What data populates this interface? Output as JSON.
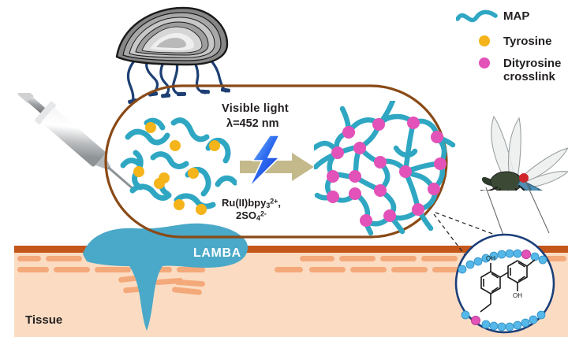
{
  "figure": {
    "title": "Light-activated mussel protein bioadhesive (LAMBA) crosslinking schematic",
    "background_color": "#ffffff"
  },
  "legend": {
    "items": [
      {
        "key": "map",
        "label": "MAP",
        "icon": "wavy-line-icon",
        "color": "#2fa7c3"
      },
      {
        "key": "tyrosine",
        "label": "Tyrosine",
        "icon": "dot-icon",
        "color": "#f4b41a"
      },
      {
        "key": "dityrosine",
        "label": "Dityrosine\ncrosslink",
        "icon": "dot-icon",
        "color": "#e252b8",
        "label_line1": "Dityrosine",
        "label_line2": "crosslink"
      }
    ]
  },
  "reaction": {
    "light_label": "Visible  light",
    "wavelength_label": "λ=452 nm",
    "catalyst_line1_prefix": "Ru(II)bpy",
    "catalyst_line1_sub": "3",
    "catalyst_line1_sup": "2+",
    "catalyst_line1_suffix": ",",
    "catalyst_line2_prefix": "2SO",
    "catalyst_line2_sub": "4",
    "catalyst_line2_sup": "2-",
    "arrow_color": "#c3b98b",
    "bolt_color": "#1b4ff0",
    "capsule_border_color": "#8a4a16"
  },
  "state_before": {
    "name": "uncrosslinked MAP chains",
    "chain_color": "#2fa7c3",
    "node_color": "#f4b41a",
    "chain_count": 12,
    "tyrosine_node_count": 9
  },
  "state_after": {
    "name": "crosslinked MAP network",
    "chain_color": "#2fa7c3",
    "node_color": "#e252b8",
    "crosslink_node_count": 18
  },
  "mussel": {
    "name": "mussel",
    "shell_colors": [
      "#3b3b3b",
      "#6e6e6e",
      "#9a9a9a",
      "#c6c6c6",
      "#e8e8e8"
    ],
    "thread_color": "#1d3f73",
    "thread_count": 6
  },
  "syringe": {
    "name": "syringe",
    "barrel_color": "#d8d8d8",
    "needle_color": "#8c9396"
  },
  "tissue": {
    "label": "Tissue",
    "surface_color": "#c4561a",
    "epidermis_dash_color": "#f4a97a",
    "body_color": "#fbdcc2"
  },
  "adhesive": {
    "label": "LAMBA",
    "color": "#4aa8c8"
  },
  "dragonfly": {
    "name": "dragonfly",
    "wing_color": "#e7e9ea",
    "thorax_color": "#3c4a35",
    "abdomen_color": "#4f8fb5",
    "marker_color": "#d0252b"
  },
  "inset": {
    "name": "dityrosine-crosslink-structure",
    "circle_border_color": "#1b3f7a",
    "bead_color": "#56b8e8",
    "crosslink_bead_color": "#e252b8",
    "oh_label_left": "OH",
    "oh_label_right": "OH",
    "structure": "biphenyl dityrosine"
  }
}
